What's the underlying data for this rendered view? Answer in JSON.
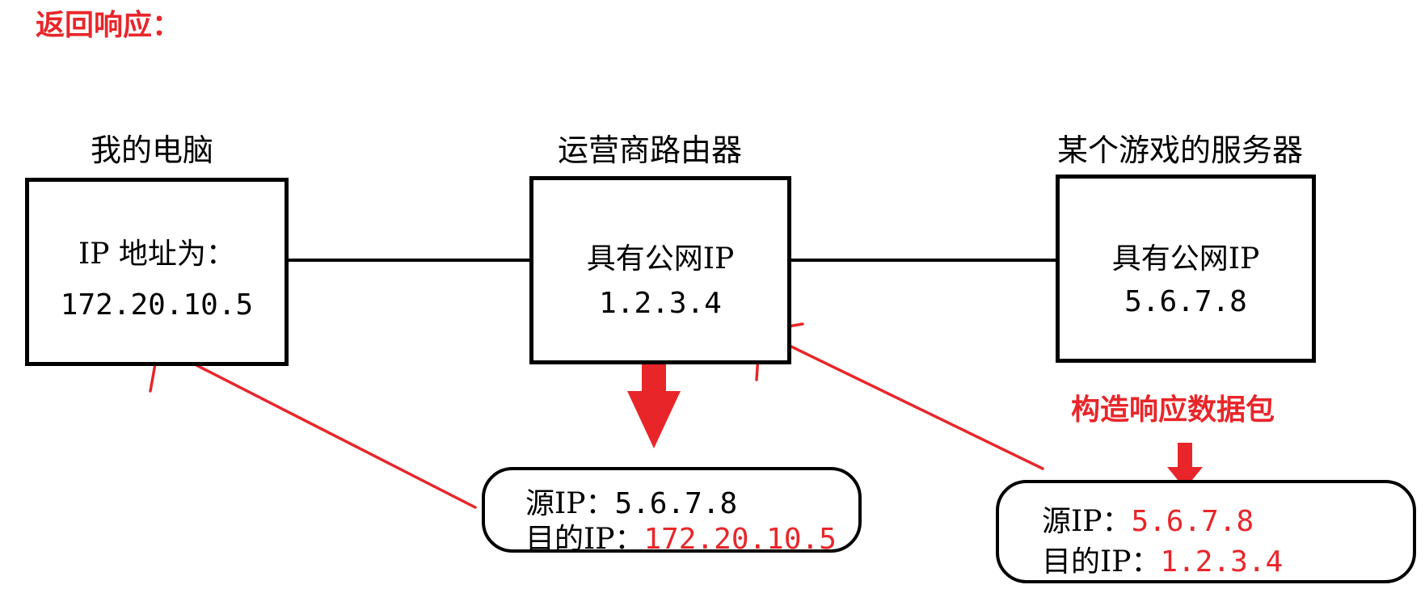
{
  "title": "返回响应：",
  "nodes": {
    "my_pc": {
      "label": "我的电脑",
      "line1": "IP 地址为：",
      "line2": "172.20.10.5"
    },
    "isp_router": {
      "label": "运营商路由器",
      "line1": "具有公网IP",
      "line2": "1.2.3.4"
    },
    "game_server": {
      "label": "某个游戏的服务器",
      "line1": "具有公网IP",
      "line2": "5.6.7.8"
    }
  },
  "server_note": "构造响应数据包",
  "packet_router": {
    "src_label": "源IP：",
    "src_value": "5.6.7.8",
    "dst_label": "目的IP：",
    "dst_value": "172.20.10.5"
  },
  "packet_server": {
    "src_label": "源IP：",
    "src_value": "5.6.7.8",
    "dst_label": "目的IP：",
    "dst_value": "1.2.3.4"
  },
  "colors": {
    "accent": "#e8262a",
    "ink": "#000000"
  }
}
